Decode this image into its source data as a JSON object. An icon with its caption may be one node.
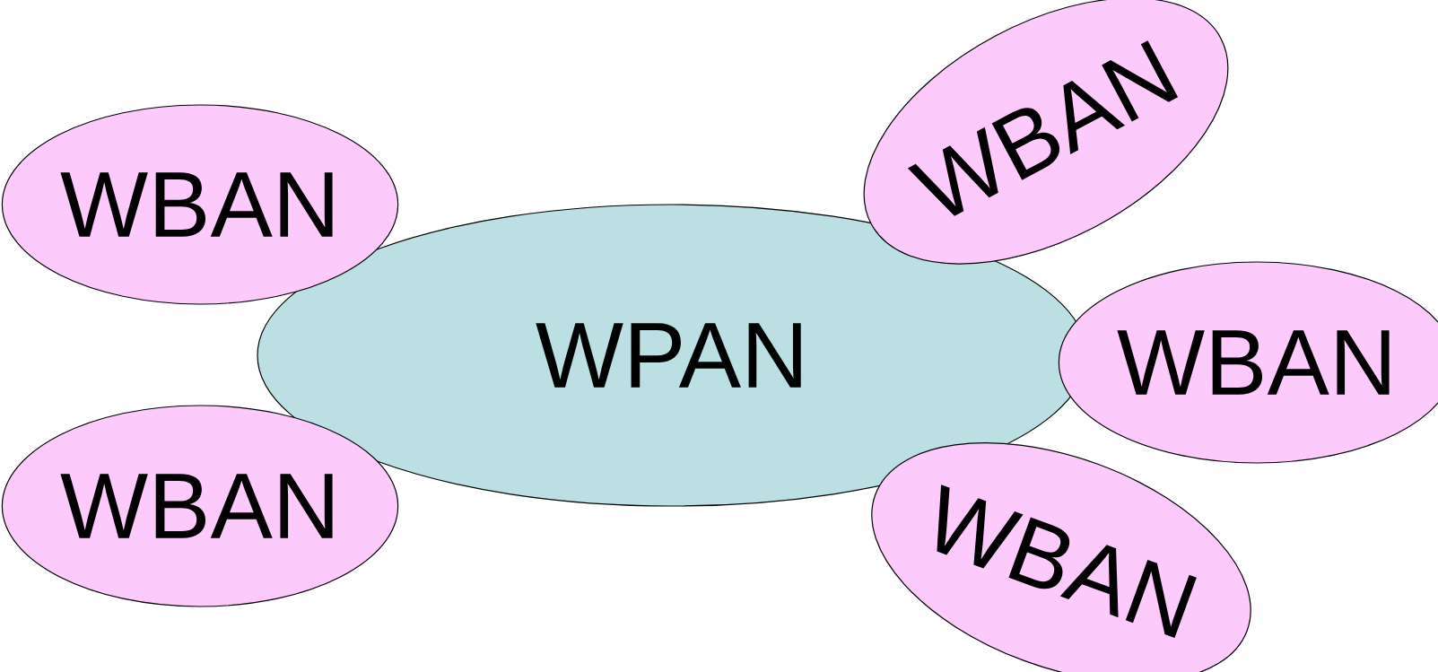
{
  "diagram": {
    "nodes": [
      {
        "text": [
          "WBAN"
        ]
      },
      {
        "text": [
          "WBAN"
        ]
      },
      {
        "text": [
          "WPAN"
        ]
      },
      {
        "text": [
          "WBAN"
        ]
      },
      {
        "text": [
          "WBAN"
        ]
      },
      {
        "text": [
          "WBAN"
        ]
      }
    ]
  }
}
